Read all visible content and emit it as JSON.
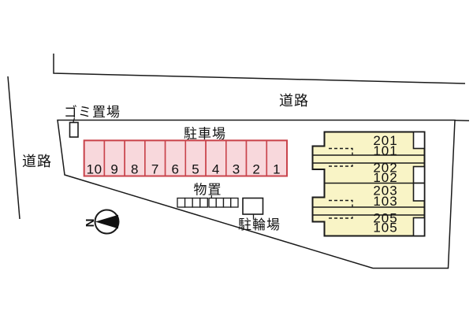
{
  "diagram": {
    "road_label_top": "道路",
    "road_label_left": "道路",
    "garbage_label": "ゴミ置場",
    "parking_label": "駐車場",
    "storage_label": "物置",
    "bicycle_label": "駐輪場",
    "north_label": "N"
  },
  "parking": {
    "spaces": [
      "10",
      "9",
      "8",
      "7",
      "6",
      "5",
      "4",
      "3",
      "2",
      "1"
    ]
  },
  "building": {
    "rooms": [
      "201",
      "101",
      "202",
      "102",
      "203",
      "103",
      "205",
      "105"
    ]
  },
  "colors": {
    "background": "#ffffff",
    "site_fill": "#eeeeee",
    "line": "#1a1a1a",
    "parking_fill": "#f8d8dc",
    "parking_border": "#c9444c",
    "building_fill": "#f9f4c6",
    "box_fill": "#ffffff"
  }
}
